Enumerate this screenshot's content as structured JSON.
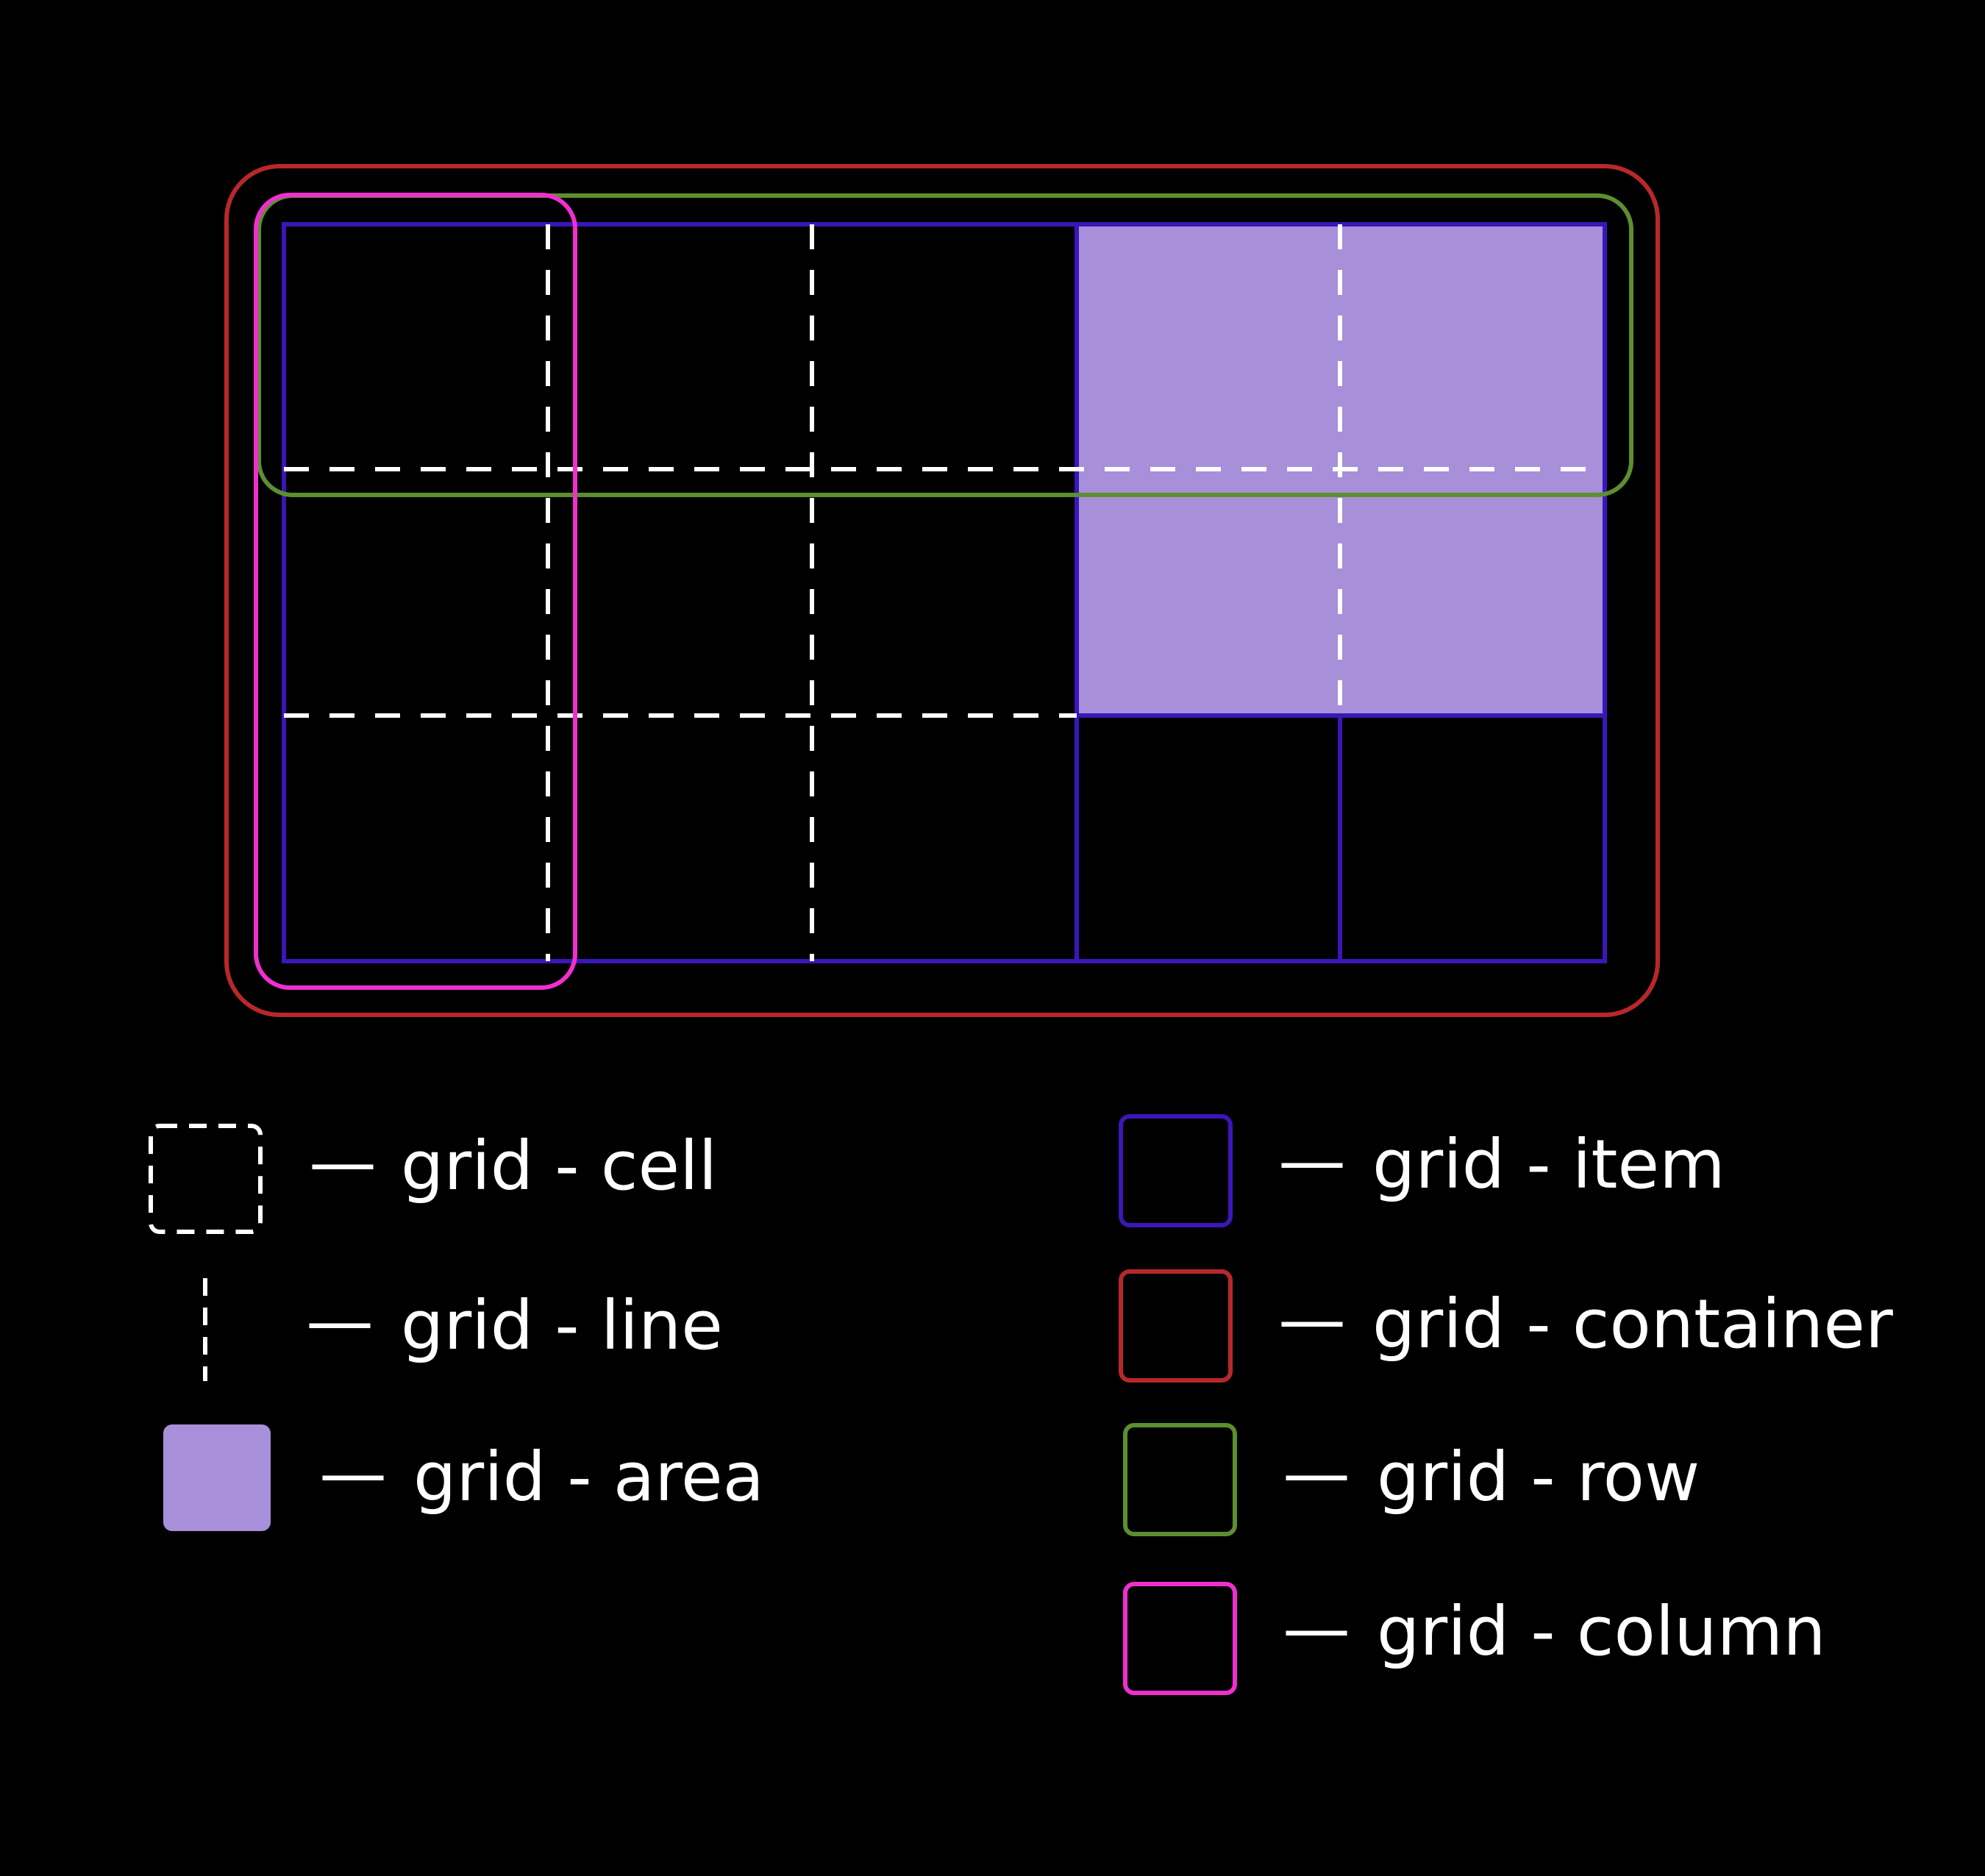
{
  "colors": {
    "background": "#000000",
    "grid_item": "#3a17b8",
    "grid_container": "#b8282a",
    "grid_row": "#5c8f30",
    "grid_column": "#f02fce",
    "grid_area": "#a78fd9",
    "grid_line": "#ffffff"
  },
  "legend": {
    "dash": "—",
    "cell": "grid - cell",
    "line": "grid - line",
    "area": "grid - area",
    "item": "grid - item",
    "container": "grid - container",
    "row": "grid - row",
    "column": "grid - column"
  }
}
